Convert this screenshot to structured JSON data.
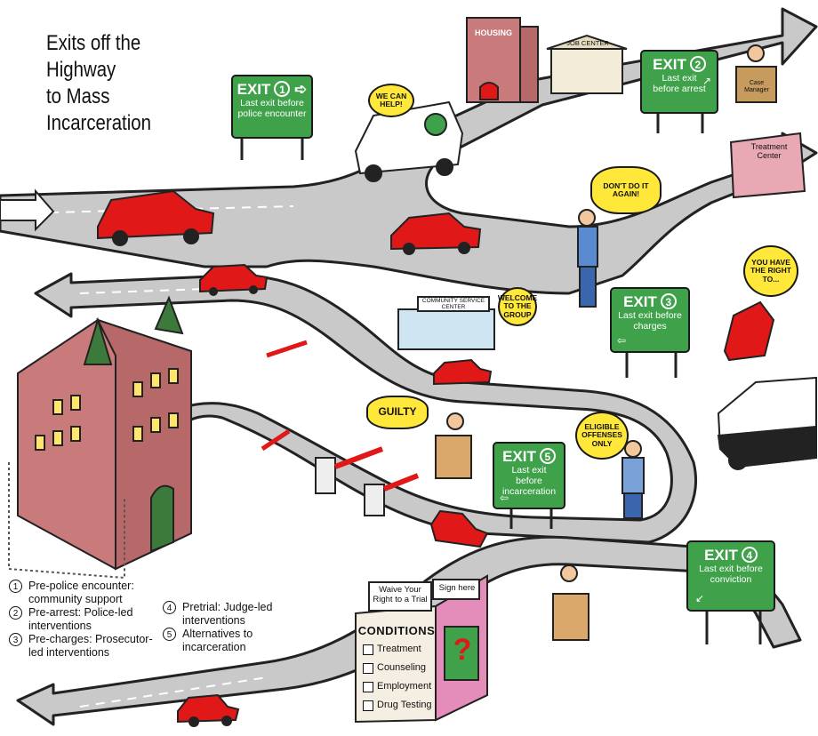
{
  "title": {
    "line1": "Exits off the",
    "line2": "Highway",
    "line3": "to Mass",
    "line4": "Incarceration"
  },
  "exits": [
    {
      "exit": "EXIT",
      "number": "1",
      "line1": "Last exit before",
      "line2": "police encounter"
    },
    {
      "exit": "EXIT",
      "number": "2",
      "line1": "Last exit",
      "line2": "before arrest"
    },
    {
      "exit": "EXIT",
      "number": "3",
      "line1": "Last exit before",
      "line2": "charges"
    },
    {
      "exit": "EXIT",
      "number": "4",
      "line1": "Last exit before",
      "line2": "conviction"
    },
    {
      "exit": "EXIT",
      "number": "5",
      "line1": "Last exit before",
      "line2": "incarceration"
    }
  ],
  "bubbles": {
    "we_can_help": "WE CAN HELP!",
    "dont_do_it": "DON'T DO IT AGAIN!",
    "right_to": "YOU HAVE THE RIGHT TO...",
    "welcome": "WELCOME TO THE GROUP",
    "guilty": "GUILTY",
    "eligible": "ELIGIBLE OFFENSES ONLY"
  },
  "buildings": {
    "housing": "HOUSING",
    "job_center": "JOB CENTER",
    "case_manager": "Case Manager",
    "treatment_center": "Treatment Center",
    "community_center": "COMMUNITY SERVICE CENTER"
  },
  "conditions_box": {
    "waive": "Waive Your Right to a Trial",
    "sign_here": "Sign here",
    "title": "CONDITIONS",
    "items": [
      "Treatment",
      "Counseling",
      "Employment",
      "Drug Testing"
    ]
  },
  "legend": [
    {
      "number": "1",
      "text": "Pre-police encounter: community support"
    },
    {
      "number": "2",
      "text": "Pre-arrest: Police-led interventions"
    },
    {
      "number": "3",
      "text": "Pre-charges: Prosecutor-led interventions"
    },
    {
      "number": "4",
      "text": "Pretrial: Judge-led interventions"
    },
    {
      "number": "5",
      "text": "Alternatives to incarceration"
    }
  ],
  "colors": {
    "road": "#c9c9c9",
    "road_edge": "#222222",
    "sign_green": "#3fa24a",
    "car_red": "#e01818",
    "prison_pink": "#c97b7b",
    "bubble_yellow": "#ffe83a"
  },
  "icons": [
    "arrow-right-icon",
    "arrow-up-right-icon",
    "arrow-left-icon",
    "arrow-down-left-icon",
    "question-mark-icon"
  ]
}
